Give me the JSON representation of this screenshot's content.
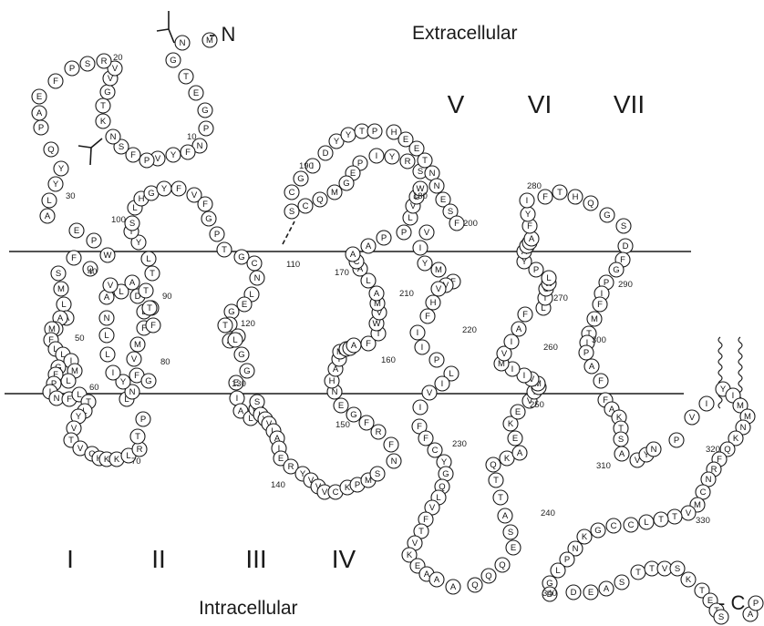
{
  "labels": {
    "extracellular": "Extracellular",
    "intracellular": "Intracellular",
    "n_terminus": "- N",
    "c_terminus": "- C",
    "tm": [
      "I",
      "II",
      "III",
      "IV",
      "V",
      "VI",
      "VII"
    ]
  },
  "residue_numbers": [
    "10",
    "20",
    "30",
    "40",
    "50",
    "60",
    "70",
    "80",
    "90",
    "100",
    "110",
    "120",
    "130",
    "140",
    "150",
    "160",
    "170",
    "180",
    "190",
    "200",
    "210",
    "220",
    "230",
    "240",
    "250",
    "260",
    "270",
    "280",
    "290",
    "300",
    "310",
    "320",
    "330",
    "340"
  ],
  "sequence": "MNGTEGPNFYVPFSNKTGVVRSPFEAPQYYLAEPWQFSMLAAYMFLLIMLGFPINFLTLYVTVQHKKLRTPLNYILLNLAVADLFMVFGGFTTTLYTSLHGYFVFGPTGCNLEGFFATLGGEIALWSLVVLAIERYVVVCKPMSNFRFGENHAIMGVAFTWVMALACAAPPLVGWSRYIPEGMQCSCGIDYYTPHEETNNESFVIYMFVVHFIIPLIVIFFCYGQLVFTVKEAAAQQQESATTQKAEKEVTRMVIIMVIAFLICWLPYAGVAFYIFTHQGSDFGPIFMTIPAFFAKTSAVYNPVIYIMMNKQFRNCMVTTLCCGKNPLGDDEASTTVSKTETSQVAPA",
  "colors": {
    "stroke": "#1a1a1a",
    "fill": "#ffffff",
    "text": "#111111"
  }
}
